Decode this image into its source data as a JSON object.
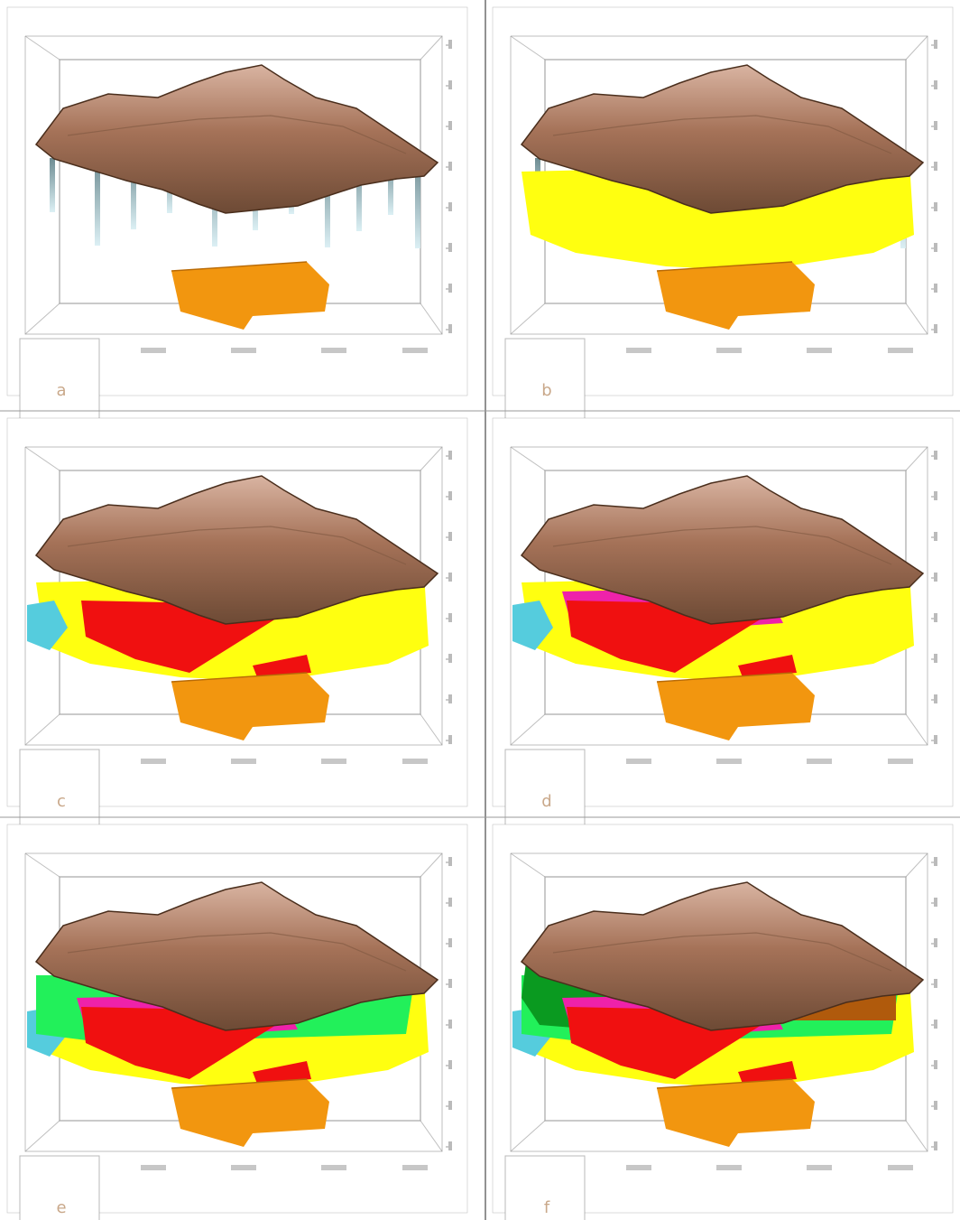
{
  "figure": {
    "panels": [
      {
        "id": "a",
        "label": "a",
        "layers": [
          "well-columns",
          "orange-block"
        ]
      },
      {
        "id": "b",
        "label": "b",
        "layers": [
          "well-columns",
          "yellow",
          "orange-block"
        ]
      },
      {
        "id": "c",
        "label": "c",
        "layers": [
          "cyan",
          "yellow",
          "red",
          "orange-block"
        ]
      },
      {
        "id": "d",
        "label": "d",
        "layers": [
          "cyan",
          "yellow",
          "magenta",
          "red",
          "orange-block"
        ]
      },
      {
        "id": "e",
        "label": "e",
        "layers": [
          "green",
          "red",
          "magenta",
          "cyan",
          "yellow",
          "orange-block"
        ]
      },
      {
        "id": "f",
        "label": "f",
        "layers": [
          "dark-green",
          "brown",
          "green",
          "red",
          "magenta",
          "cyan",
          "yellow",
          "orange-block"
        ]
      }
    ],
    "colors": {
      "terrain": "#9a6a4e",
      "terrain_light": "#c9a089",
      "terrain_dark": "#5e3a24",
      "well": "#7fb8c8",
      "orange": "#f2960f",
      "yellow": "#ffff10",
      "red": "#f01010",
      "magenta": "#ee22aa",
      "cyan": "#55ccdd",
      "green": "#22f05a",
      "dark_green": "#0a9a20",
      "brown": "#b05a0c",
      "blue_grey": "#8aa8c8",
      "frame": "#8a8a8a"
    }
  }
}
